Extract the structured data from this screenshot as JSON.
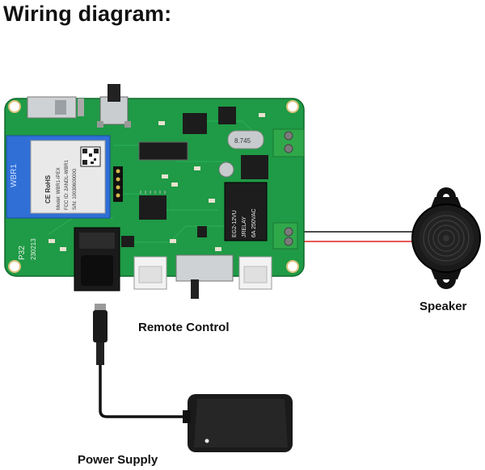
{
  "title": "Wiring diagram:",
  "labels": {
    "speaker": "Speaker",
    "remote_control": "Remote Control",
    "power_supply": "Power Supply"
  },
  "board": {
    "silkscreen": [
      "P32",
      "230213"
    ],
    "module_text": [
      "CE RoHS",
      "Model: WBR1-IPEX",
      "FCC ID: 2ANDL-WBR1",
      "S/N: 1003060000G"
    ],
    "module_name": "WBR1",
    "relay_text": [
      "EG2-12VU",
      "JRELAY",
      "6A 250VAC"
    ],
    "crystal_text": "8.745"
  },
  "colors": {
    "pcb": "#1f9a46",
    "pcb_dark": "#147a35",
    "module": "#2f6fd6",
    "terminal": "#2fa84a",
    "wire_red": "#e02020",
    "wire_black": "#111111",
    "speaker_body": "#1a1a1a"
  }
}
